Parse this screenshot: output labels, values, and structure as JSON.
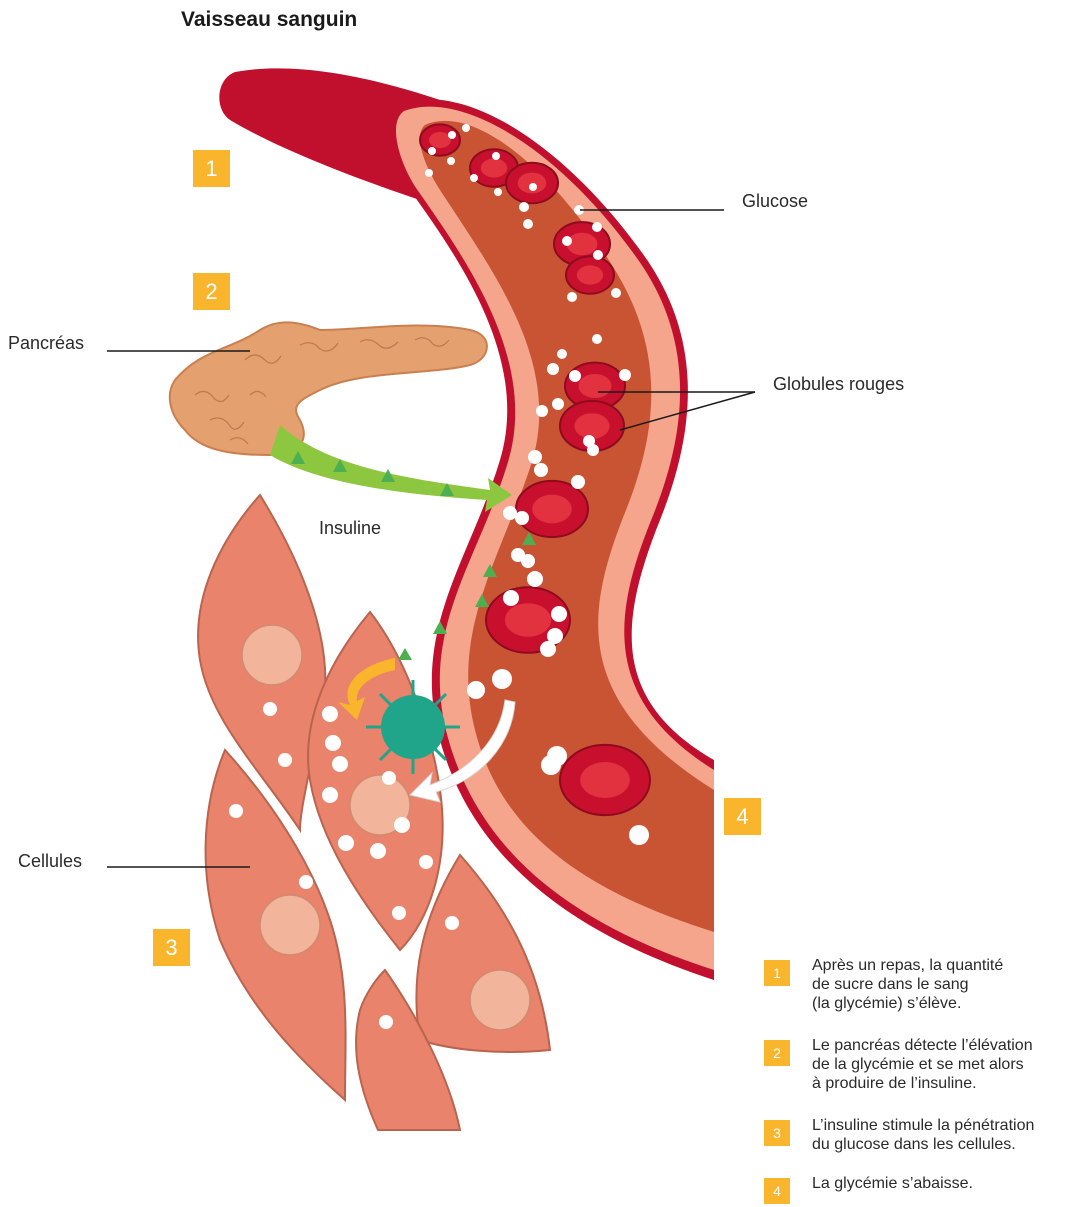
{
  "title": "Vaisseau sanguin",
  "labels": {
    "glucose": "Glucose",
    "globules": "Globules rouges",
    "pancreas": "Pancréas",
    "insuline": "Insuline",
    "cellules": "Cellules"
  },
  "badges": [
    "1",
    "2",
    "3",
    "4"
  ],
  "legend": [
    {
      "num": "1",
      "text": "Après un repas, la quantité\nde sucre dans le sang\n(la glycémie) s’élève."
    },
    {
      "num": "2",
      "text": "Le pancréas détecte l’élévation\nde la glycémie et se met alors\nà produire de l’insuline."
    },
    {
      "num": "3",
      "text": "L’insuline stimule la pénétration\ndu glucose dans les cellules."
    },
    {
      "num": "4",
      "text": "La glycémie s’abaisse."
    }
  ],
  "colors": {
    "vessel_outer": "#c0102e",
    "vessel_wall": "#f4a58c",
    "vessel_inner": "#c85433",
    "red_cell": "#c8102e",
    "red_cell_center": "#e2313f",
    "glucose": "#ffffff",
    "pancreas": "#e5a070",
    "insulin": "#8dc63f",
    "cell": "#e9836b",
    "nucleus": "#f2b49a",
    "receptor": "#20a58a",
    "badge": "#f9b52c"
  }
}
